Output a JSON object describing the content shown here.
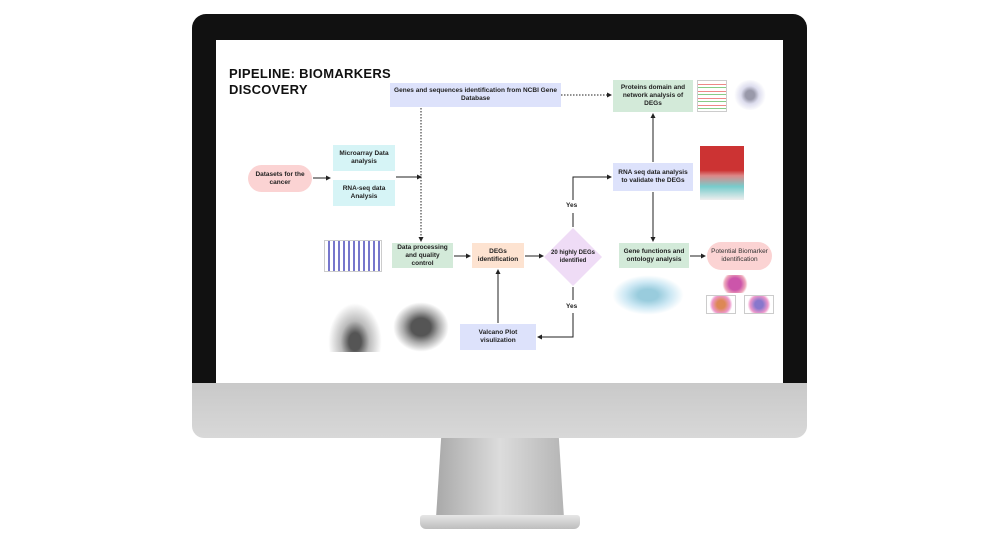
{
  "title_line1": "PIPELINE: BIOMARKERS",
  "title_line2": "DISCOVERY",
  "nodes": {
    "genes": "Genes and sequences identification from NCBI Gene Database",
    "proteins": "Proteins domain and network analysis of DEGs",
    "datasets": "Datasets for the cancer",
    "microarray": "Microarray Data analysis",
    "rnaseq": "RNA-seq data Analysis",
    "processing": "Data processing and quality control",
    "degs": "DEGs identification",
    "decision": "20 highly DEGs identified",
    "rnaseq_validate": "RNA seq data analysis to validate the DEGs",
    "gene_functions": "Gene functions and ontology analysis",
    "biomarker": "Potential Biomarker identification",
    "volcano": "Valcano Plot visulization"
  },
  "labels": {
    "yes_top": "Yes",
    "yes_bottom": "Yes"
  },
  "colors": {
    "bezel": "#111111",
    "blue": "#dde2fb",
    "green": "#d3ead9",
    "pink": "#fbd3d3",
    "cyan": "#d6f4f6",
    "peach": "#fde3d1",
    "lavender": "#efdcf6"
  }
}
